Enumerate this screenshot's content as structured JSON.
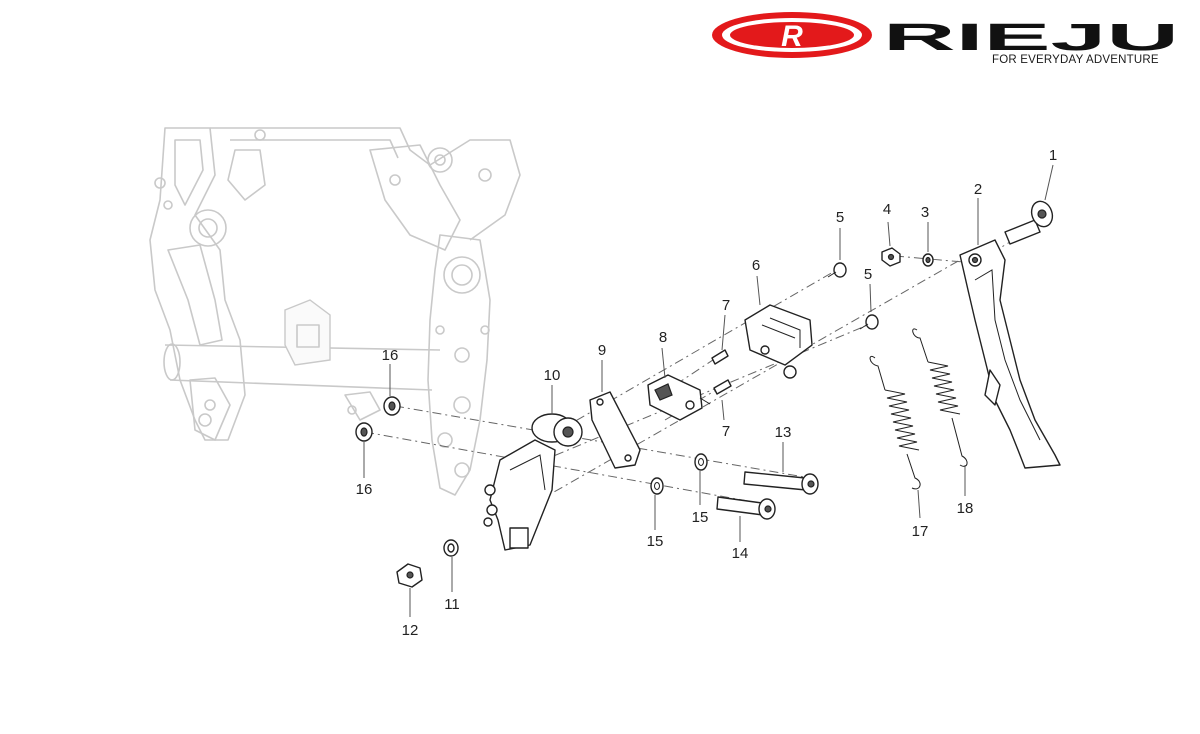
{
  "brand": {
    "logo_letter": "R",
    "wordmark": "RIEJU",
    "tagline": "FOR EVERYDAY ADVENTURE",
    "logo_color": "#e3191b",
    "wordmark_color": "#111111"
  },
  "callouts": {
    "c1": "1",
    "c2": "2",
    "c3": "3",
    "c4": "4",
    "c5a": "5",
    "c5b": "5",
    "c6": "6",
    "c7a": "7",
    "c7b": "7",
    "c8": "8",
    "c9": "9",
    "c10": "10",
    "c11": "11",
    "c12": "12",
    "c13": "13",
    "c14": "14",
    "c15a": "15",
    "c15b": "15",
    "c16a": "16",
    "c16b": "16",
    "c17": "17",
    "c18": "18"
  },
  "colors": {
    "frame_line": "#c9c9c9",
    "part_line": "#222222"
  }
}
